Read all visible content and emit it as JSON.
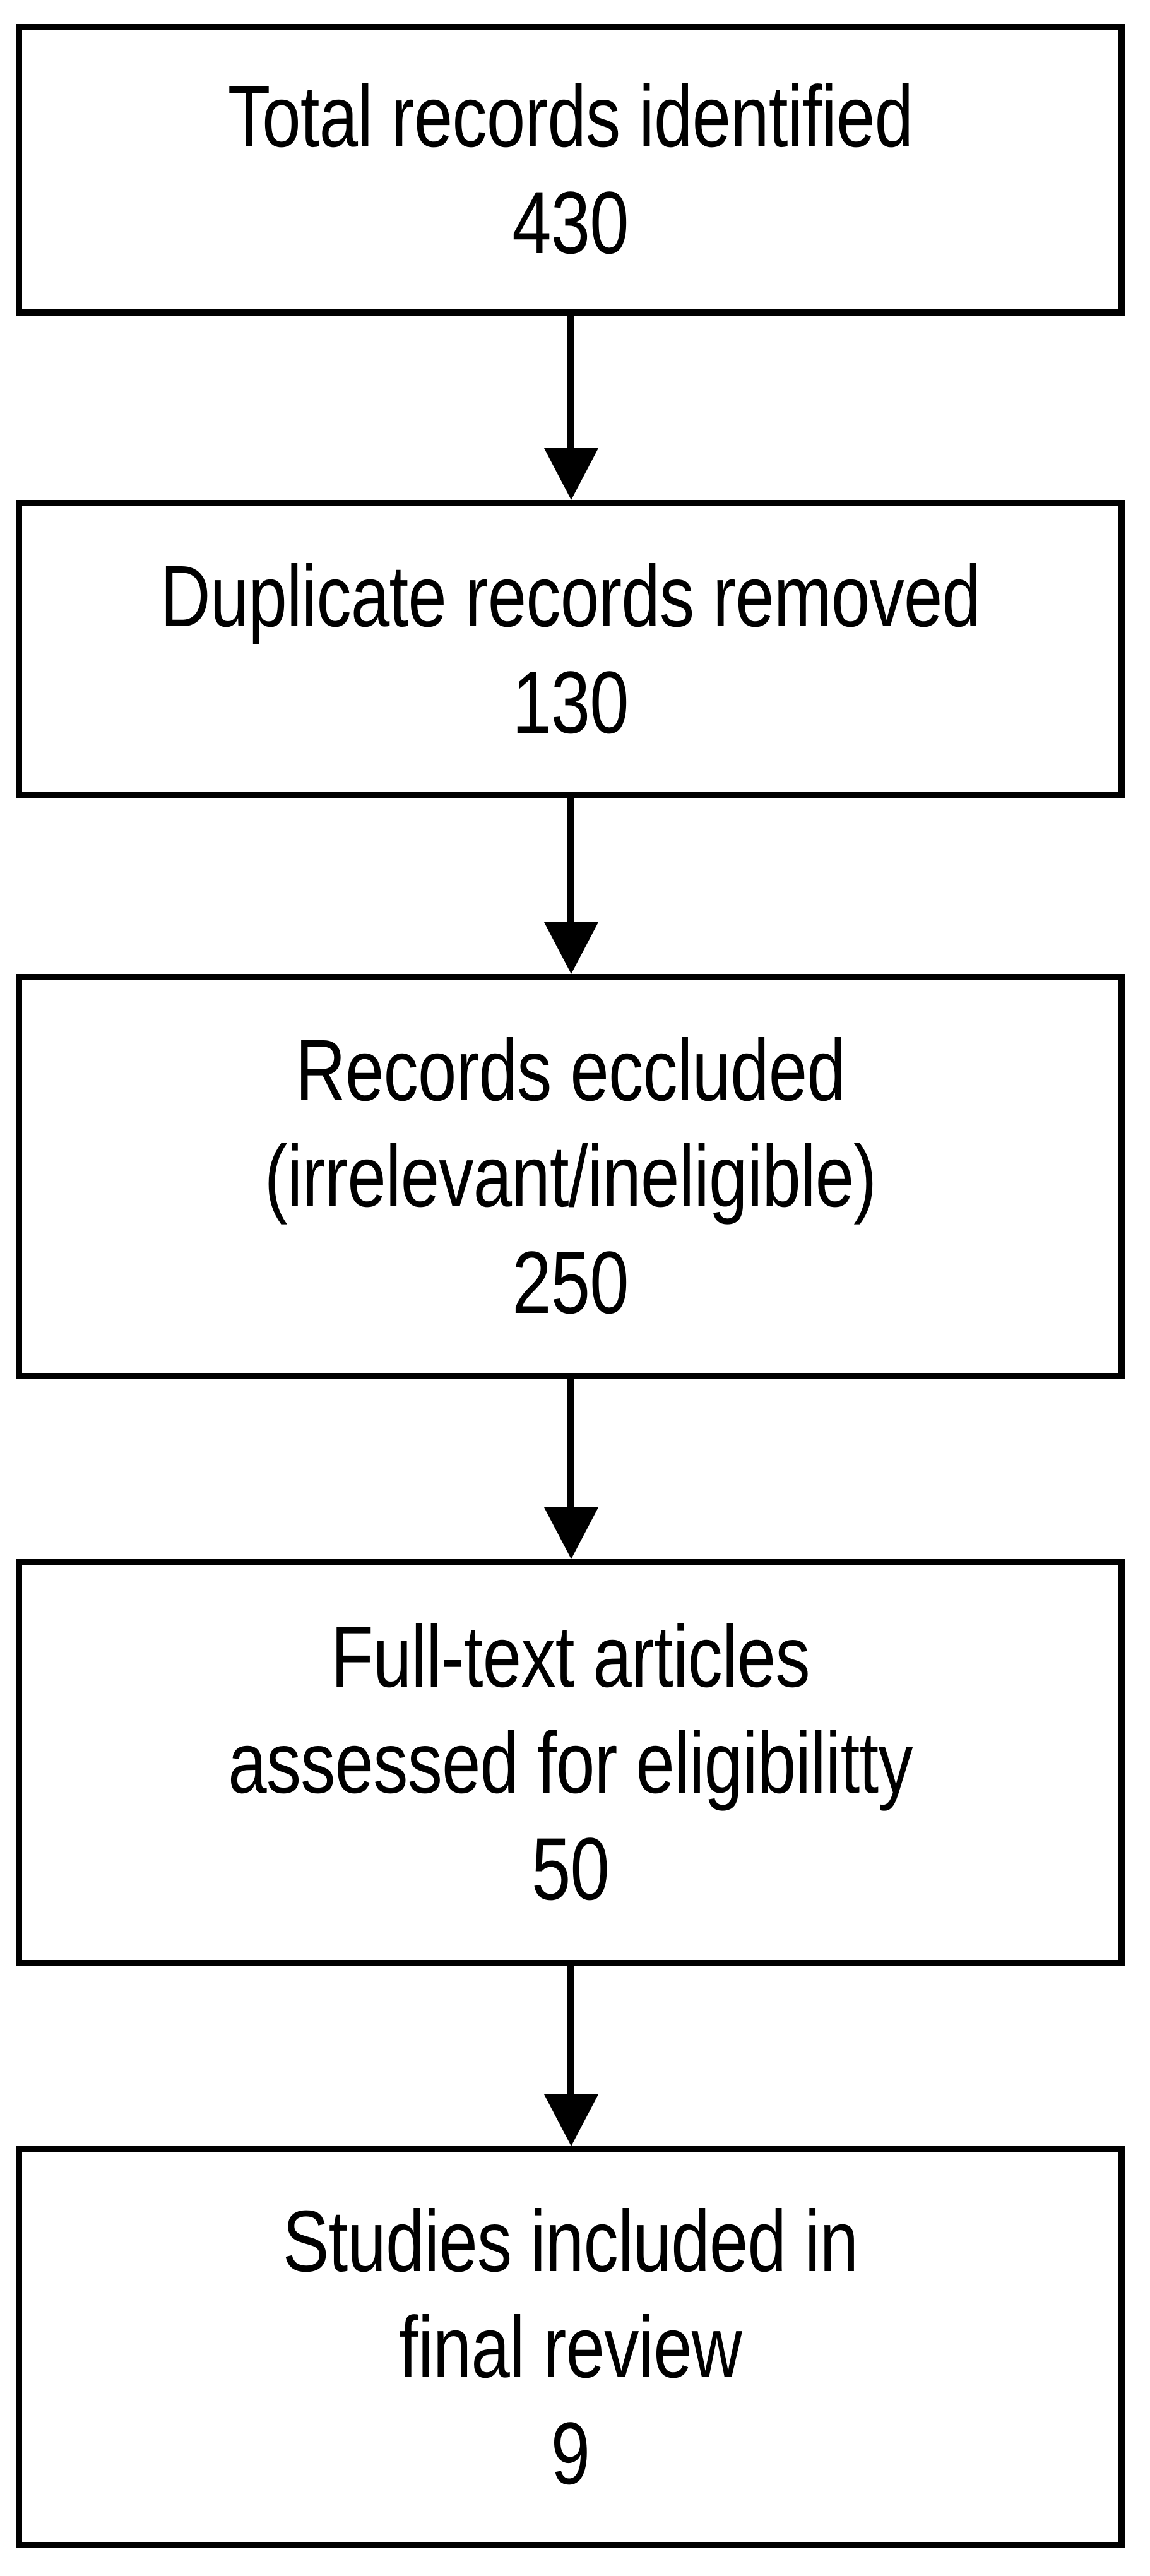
{
  "diagram": {
    "type": "prisma-flow-diagram",
    "orientation": "vertical",
    "colors": {
      "background": "#ffffff",
      "border": "#000000",
      "text": "#000000",
      "arrow": "#000000"
    },
    "boxes": [
      {
        "id": "identified",
        "label": "Total records identified",
        "count": "430",
        "lines": [
          "Total records identified",
          "430"
        ]
      },
      {
        "id": "duplicates",
        "label": "Duplicate records removed",
        "count": "130",
        "lines": [
          "Duplicate records removed",
          "130"
        ]
      },
      {
        "id": "excluded",
        "label": "Records eccluded",
        "sublabel": "(irrelevant/ineligible)",
        "count": "250",
        "lines": [
          "Records eccluded",
          "(irrelevant/ineligible)",
          "250"
        ]
      },
      {
        "id": "fulltext",
        "label": "Full-text articles",
        "sublabel": "assessed for eligibilitty",
        "count": "50",
        "lines": [
          "Full-text articles",
          "assessed for eligibilitty",
          "50"
        ]
      },
      {
        "id": "included",
        "label": "Studies included in",
        "sublabel": "final review",
        "count": "9",
        "lines": [
          "Studies included in",
          "final review",
          "9"
        ]
      }
    ],
    "arrows": [
      {
        "id": "arrow-1",
        "from": "identified",
        "to": "duplicates",
        "direction": "down"
      },
      {
        "id": "arrow-2",
        "from": "duplicates",
        "to": "excluded",
        "direction": "down"
      },
      {
        "id": "arrow-3",
        "from": "excluded",
        "to": "fulltext",
        "direction": "down"
      },
      {
        "id": "arrow-4",
        "from": "fulltext",
        "to": "included",
        "direction": "down"
      }
    ]
  }
}
